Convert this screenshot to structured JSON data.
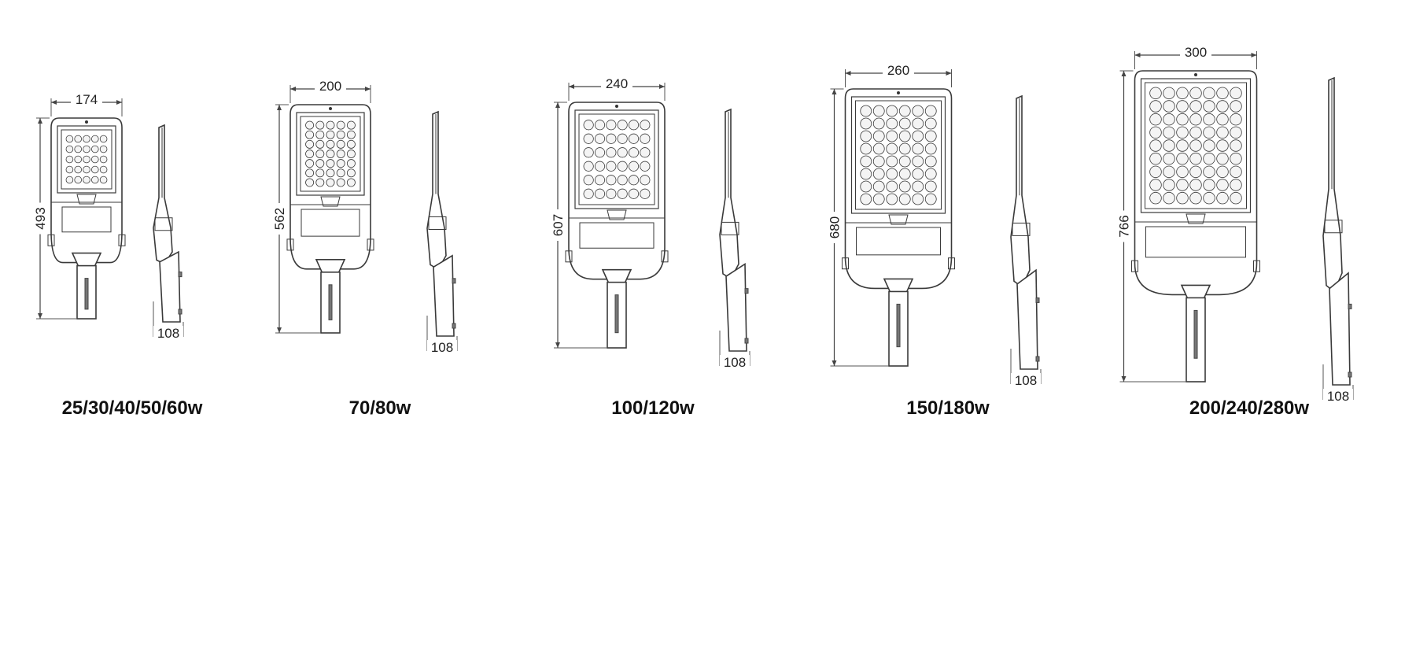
{
  "variants": [
    {
      "label": "25/30/40/50/60w",
      "width": "174",
      "height": "493",
      "depth": "108"
    },
    {
      "label": "70/80w",
      "width": "200",
      "height": "562",
      "depth": "108"
    },
    {
      "label": "100/120w",
      "width": "240",
      "height": "607",
      "depth": "108"
    },
    {
      "label": "150/180w",
      "width": "260",
      "height": "680",
      "depth": "108"
    },
    {
      "label": "200/240/280w",
      "width": "300",
      "height": "766",
      "depth": "108"
    }
  ]
}
